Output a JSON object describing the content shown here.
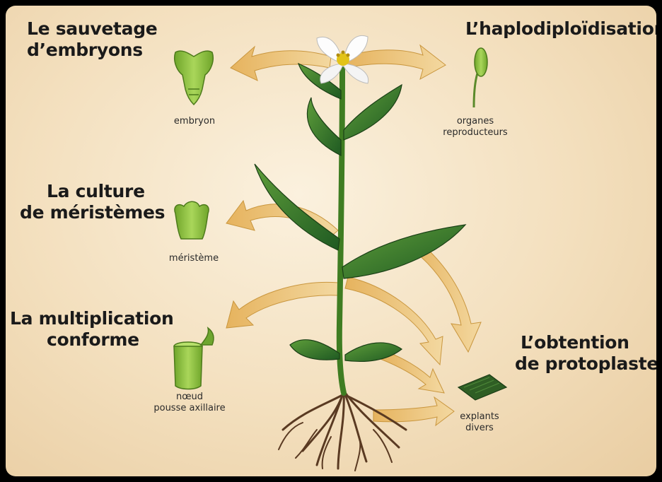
{
  "headings": {
    "rescue": [
      "Le sauvetage",
      "d’embryons"
    ],
    "haplo": [
      "L’haplodiploïdisation"
    ],
    "culture": [
      "La culture",
      "de méristèmes"
    ],
    "multiplication": [
      "La multiplication",
      "conforme"
    ],
    "protoplasts": [
      "L’obtention",
      "de protoplastes"
    ]
  },
  "labels": {
    "embryo": [
      "embryon"
    ],
    "repro": [
      "organes",
      "reproducteurs"
    ],
    "meristem": [
      "méristème"
    ],
    "node": [
      "nœud",
      "pousse axillaire"
    ],
    "explants": [
      "explants",
      "divers"
    ]
  },
  "icons": [
    "flower-icon",
    "embryo-icon",
    "reproductive-organ-icon",
    "meristem-icon",
    "stem-node-icon",
    "explant-tissue-icon",
    "roots-icon"
  ],
  "colors": {
    "arrow": "#e9be6c",
    "leaf_dark": "#2f6b2a",
    "leaf_light": "#5aa03a",
    "icon_green": "#8cc43c",
    "background": "#f5e3c4"
  }
}
